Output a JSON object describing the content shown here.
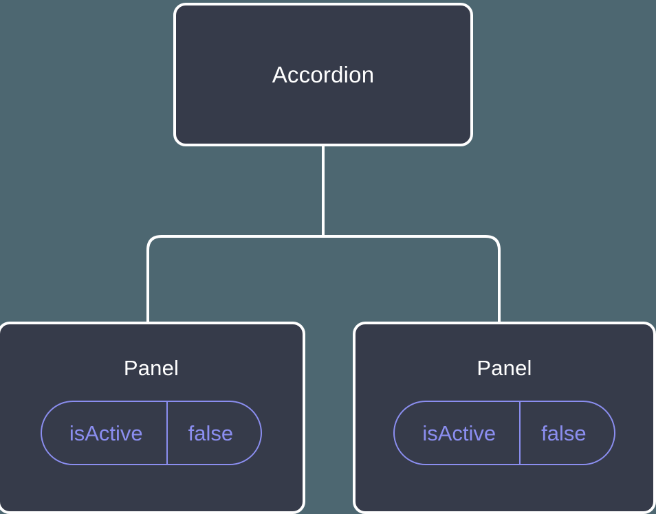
{
  "diagram": {
    "type": "component-tree",
    "background_color": "#4d6771",
    "node_fill_color": "#363b4a",
    "node_border_color": "#ffffff",
    "connector_color": "#ffffff",
    "accent_color": "#8b8ef0",
    "root": {
      "label": "Accordion"
    },
    "children": [
      {
        "label": "Panel",
        "state": {
          "key": "isActive",
          "value": "false"
        }
      },
      {
        "label": "Panel",
        "state": {
          "key": "isActive",
          "value": "false"
        }
      }
    ]
  }
}
